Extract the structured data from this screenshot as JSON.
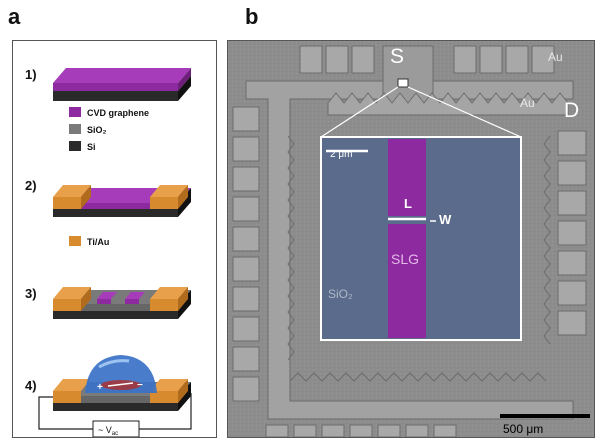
{
  "panel_a": {
    "letter": "a",
    "steps": [
      "1)",
      "2)",
      "3)",
      "4)"
    ],
    "legend": {
      "graphene": "CVD graphene",
      "sio2": "SiO₂",
      "si": "Si",
      "tiau": "Ti/Au"
    },
    "voltage": "~ V",
    "voltage_sub": "ac",
    "charges": [
      "+",
      "+",
      "−"
    ]
  },
  "panel_b": {
    "letter": "b",
    "source": "S",
    "drain": "D",
    "au_top": "Au",
    "au_right": "Au",
    "inset_scale": "2 μm",
    "length": "L",
    "width": "W",
    "slg": "SLG",
    "sio2": "SiO₂",
    "scale": "500 μm"
  },
  "colors": {
    "graphene": "#8e2aa0",
    "tiau": "#d88a2e",
    "sio2": "#7a7a7a",
    "si": "#2a2a2a",
    "inset_bg": "#5a6b8c",
    "sem_bg": "#8d8d8d"
  }
}
